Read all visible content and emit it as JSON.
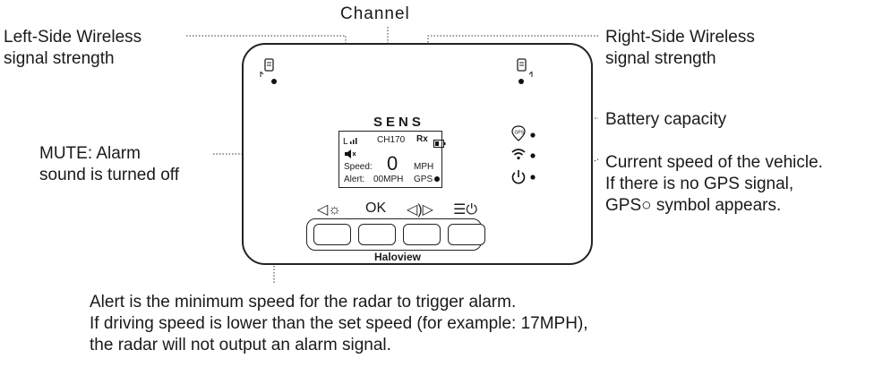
{
  "callouts": {
    "channel": "Channel",
    "left_signal": [
      "Left-Side Wireless",
      "signal strength"
    ],
    "right_signal": [
      "Right-Side Wireless",
      "signal strength"
    ],
    "battery": "Battery capacity",
    "mute": [
      "MUTE: Alarm",
      "sound is turned off"
    ],
    "speed": [
      "Current speed of the vehicle.",
      "If there is no GPS signal,",
      "GPS○ symbol appears."
    ],
    "alert": [
      "Alert is the minimum speed for the radar to trigger alarm.",
      "If driving speed is lower than the set speed (for example: 17MPH),",
      "the radar will not output an alarm signal."
    ]
  },
  "screen": {
    "brand": "SENS",
    "channel": "CH170",
    "rx": "Rx",
    "speed_label": "Speed:",
    "speed_value": "0",
    "speed_unit": "MPH",
    "alert_label": "Alert:",
    "alert_value": "00MPH",
    "gps": "GPS"
  },
  "buttons": {
    "b1": "◁☼",
    "b2": "OK",
    "b3": "◁)▷",
    "b4": "☰⏻"
  },
  "device_brand": "Haloview",
  "icons": [
    "left-wireless-icon",
    "right-wireless-icon",
    "gps-icon",
    "wifi-icon",
    "power-icon",
    "mute-icon",
    "battery-icon",
    "signal-bars-icon"
  ]
}
